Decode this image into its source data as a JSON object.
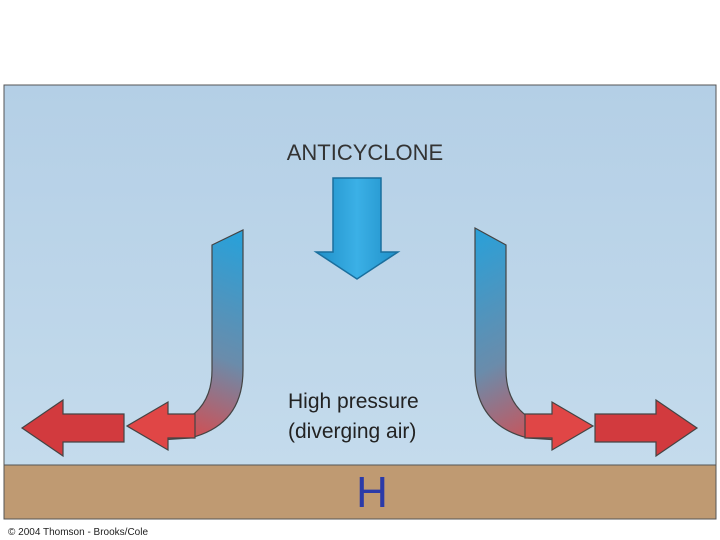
{
  "diagram": {
    "title": "ANTICYCLONE",
    "label_line1": "High pressure",
    "label_line2": "(diverging air)",
    "pressure_symbol": "H",
    "copyright": "© 2004 Thomson - Brooks/Cole"
  },
  "colors": {
    "sky": "#b9d3e8",
    "ground": "#bf9a72",
    "down_arrow": "#2ba3d9",
    "flow_top": "#2b9fd8",
    "flow_bottom": "#e14848",
    "outflow_arrow": "#d23a3e",
    "pressure_symbol": "#2b3aa8"
  }
}
